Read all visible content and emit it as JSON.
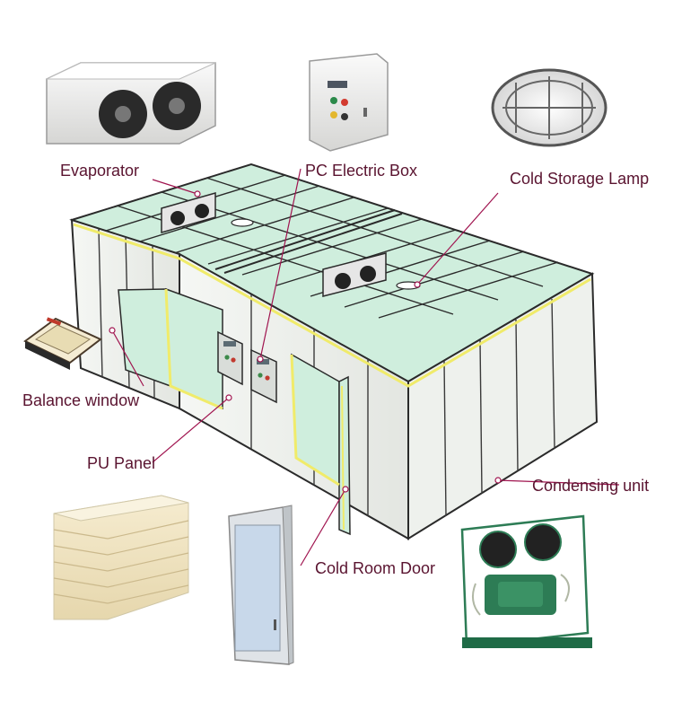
{
  "labels": {
    "evaporator": "Evaporator",
    "pc_electric_box": "PC Electric Box",
    "cold_storage_lamp": "Cold Storage Lamp",
    "balance_window": "Balance window",
    "pu_panel": "PU Panel",
    "condensing_unit": "Condensing unit",
    "cold_room_door": "Cold Room Door"
  },
  "colors": {
    "label_text": "#5a1430",
    "leader_line": "#a0144f",
    "roof_glass": "#cfeedd",
    "frame_dark": "#2a2a2a",
    "trim_yellow": "#f0eb6a",
    "wall_white": "#f4f6f3",
    "panel_cream": "#f1e6c6",
    "compressor_green": "#2d7c55"
  },
  "icons": [
    "evaporator-unit-icon",
    "electric-box-icon",
    "cold-storage-lamp-icon",
    "balance-window-icon",
    "pu-panel-stack-icon",
    "cold-room-door-icon",
    "condensing-unit-icon"
  ]
}
